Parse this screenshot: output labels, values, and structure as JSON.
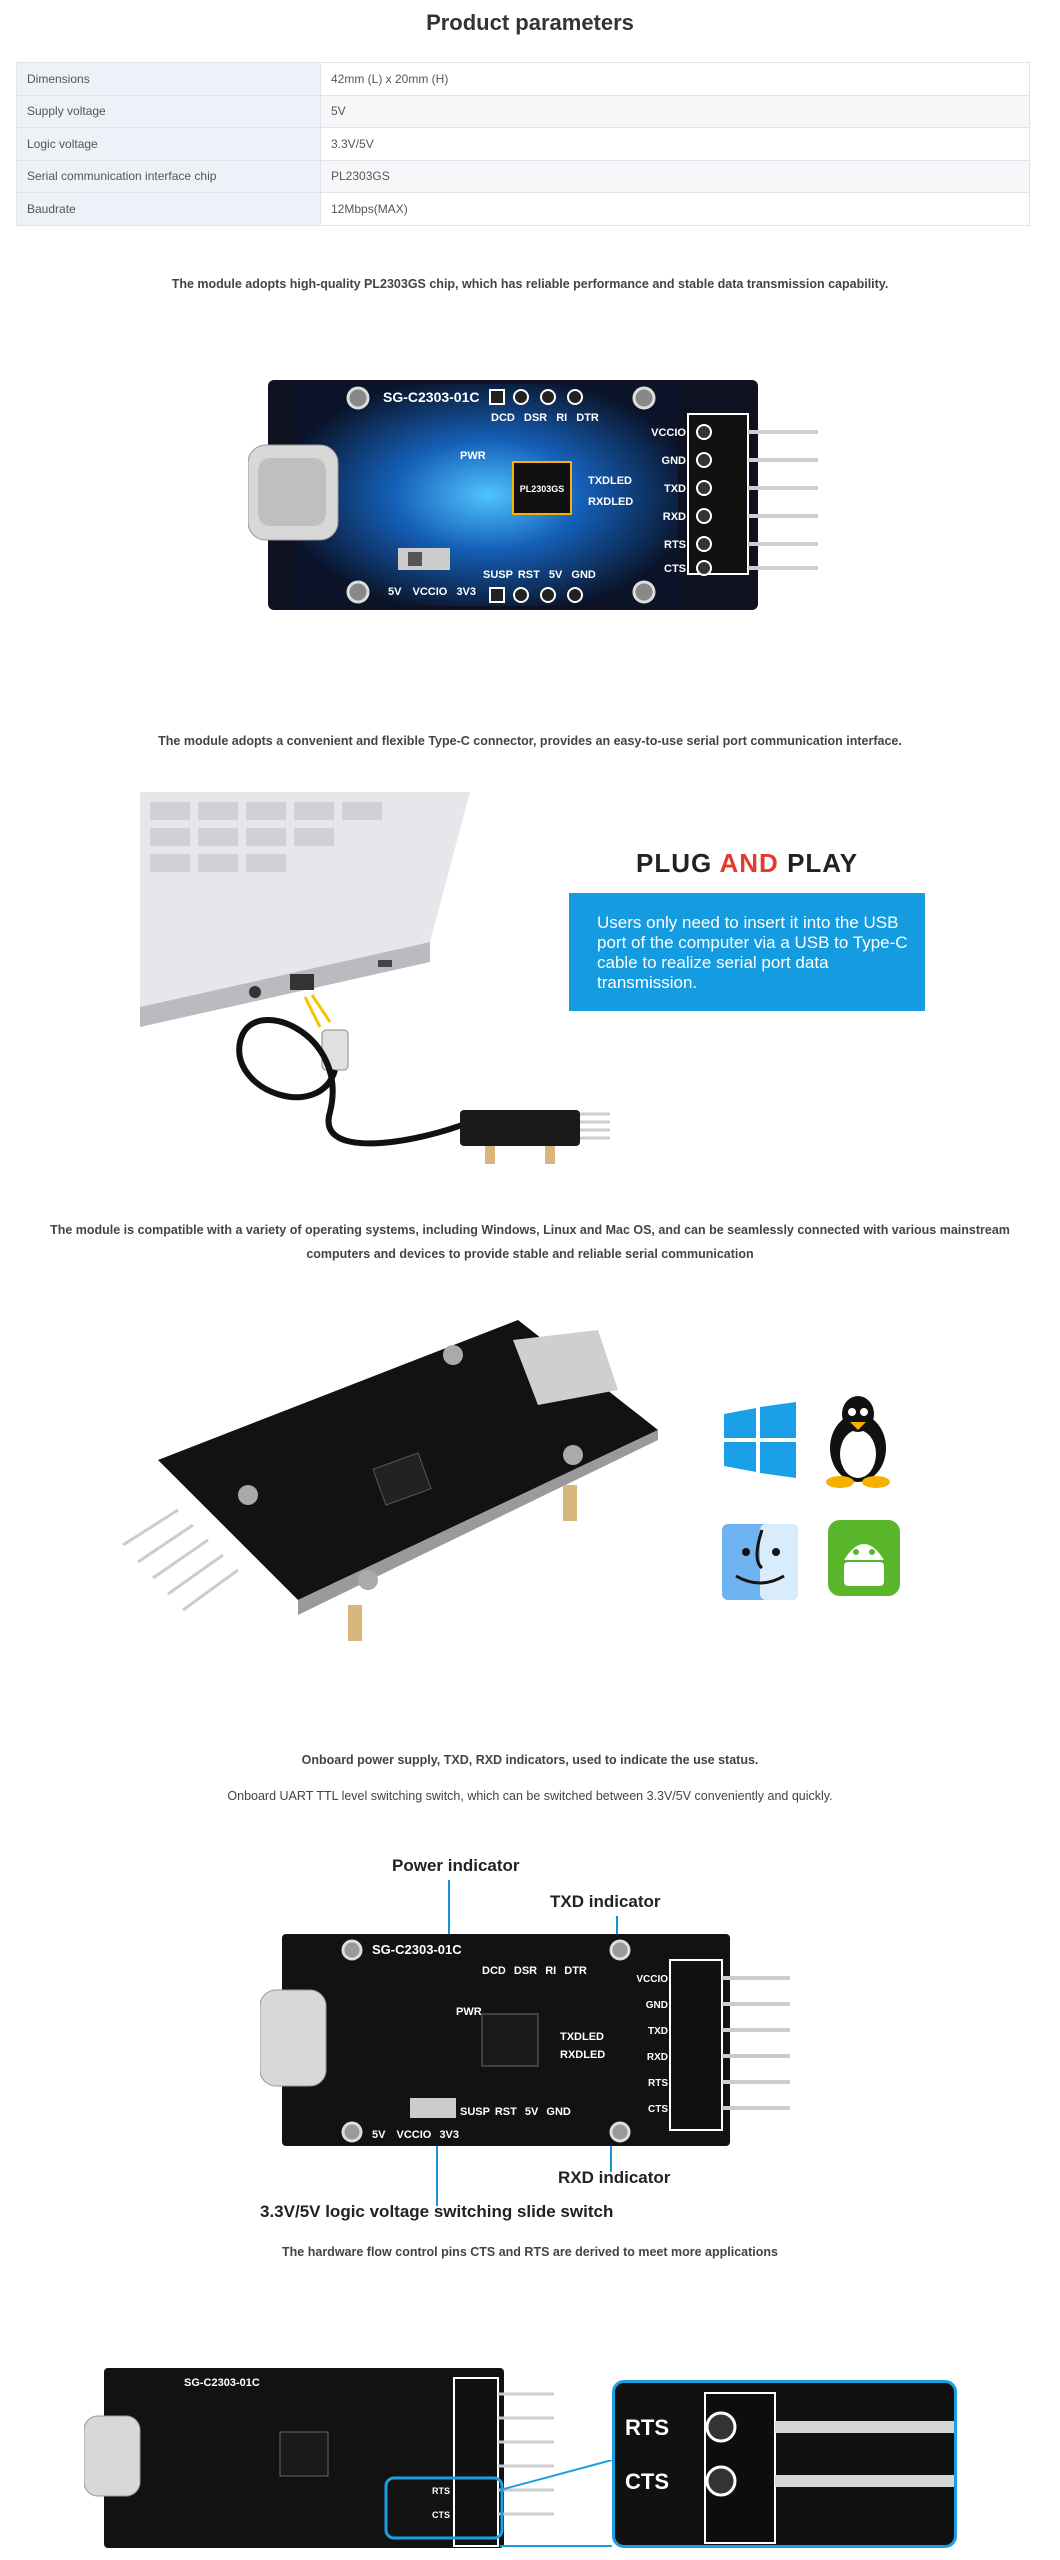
{
  "page_title": "Product parameters",
  "parameters": [
    {
      "name": "Dimensions",
      "value": "42mm (L) x 20mm (H)"
    },
    {
      "name": "Supply voltage",
      "value": "5V"
    },
    {
      "name": "Logic voltage",
      "value": "3.3V/5V"
    },
    {
      "name": "Serial communication interface chip",
      "value": "PL2303GS"
    },
    {
      "name": "Baudrate",
      "value": "12Mbps(MAX)"
    }
  ],
  "captions": {
    "chip": "The module adopts high-quality PL2303GS chip, which has reliable performance and stable data transmission capability.",
    "typec": "The module adopts a convenient and flexible Type-C connector, provides an easy-to-use serial port communication interface.",
    "os_line1": "The module is compatible with a variety of operating systems, including Windows, Linux and Mac OS, and can be seamlessly connected with various mainstream",
    "os_line2": "computers and devices to provide stable and reliable serial communication",
    "indicators": "Onboard power supply, TXD, RXD indicators, used to indicate the use status.",
    "switch": "Onboard UART TTL level switching switch, which can be switched between 3.3V/5V conveniently and quickly.",
    "flow": "The hardware flow control pins CTS and RTS are derived to meet more applications"
  },
  "board": {
    "model": "SG-C2303-01C",
    "chip_label": "PL2303GS",
    "top_pins": [
      "DCD",
      "DSR",
      "RI",
      "DTR"
    ],
    "bottom_pins": [
      "SUSP",
      "RST",
      "5V",
      "GND"
    ],
    "side_pins": [
      "VCCIO",
      "GND",
      "TXD",
      "RXD",
      "RTS",
      "CTS"
    ],
    "switch_labels": [
      "5V",
      "VCCIO",
      "3V3"
    ],
    "led_labels": [
      "PWR",
      "TXDLED",
      "RXDLED"
    ]
  },
  "plug": {
    "title_a": "PLUG",
    "title_b": "AND",
    "title_c": "PLAY",
    "text": "Users only need to insert it into the USB port of the computer via a USB to Type-C cable to realize serial port data transmission."
  },
  "callouts": {
    "power": "Power indicator",
    "txd": "TXD indicator",
    "rxd": "RXD indicator",
    "switch": "3.3V/5V logic voltage switching slide switch"
  },
  "zoom_pins": [
    "RTS",
    "CTS"
  ],
  "colors": {
    "accent_blue": "#159bdf",
    "board_black": "#1a1a1a",
    "table_key_bg": "#eef1f7"
  }
}
